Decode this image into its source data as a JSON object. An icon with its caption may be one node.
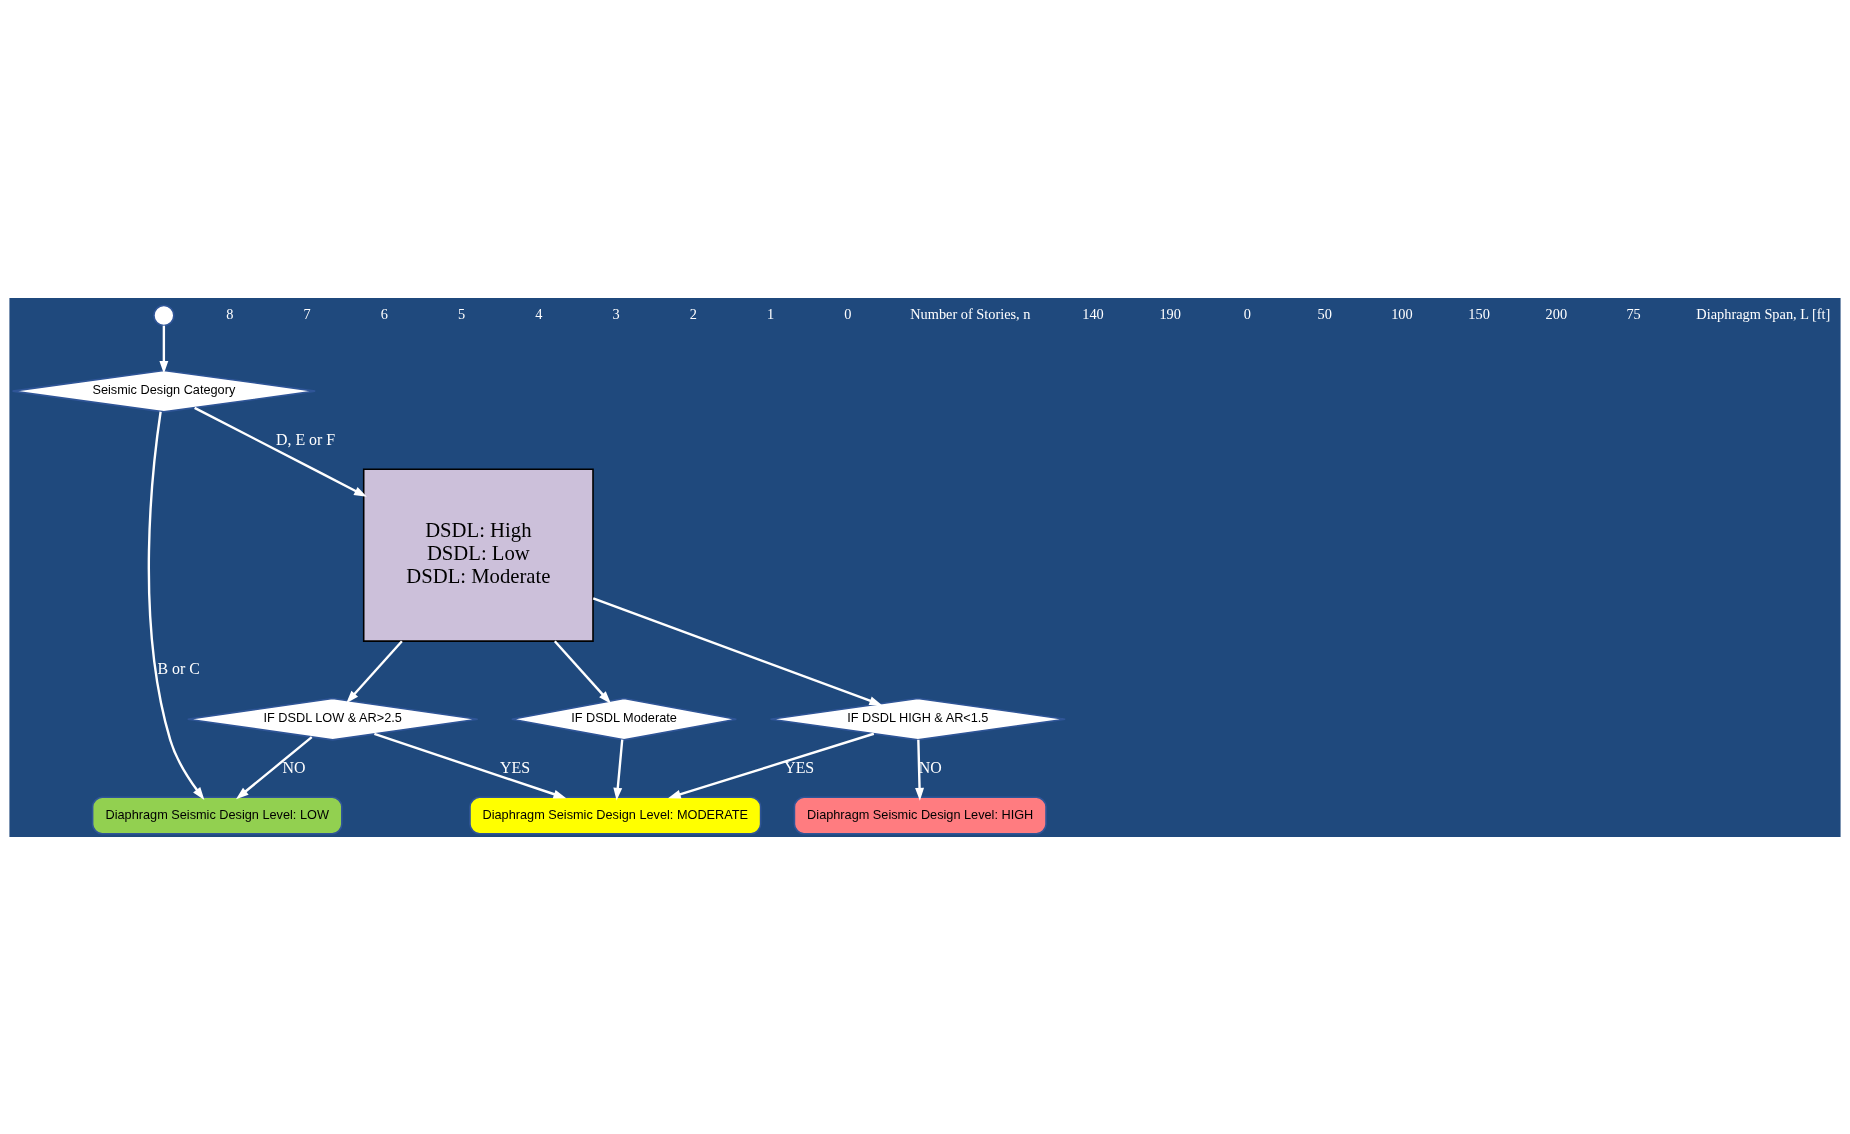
{
  "diagram": {
    "nodes": [
      {
        "text": [],
        "shape": "circle"
      },
      {
        "text": [
          "Seismic Design Category"
        ]
      },
      {
        "text": [
          "Diaphragm Seismic Design Level: LOW"
        ]
      },
      {
        "text": [
          "IF DSDL LOW & AR>2.5"
        ]
      },
      {
        "text": [
          "Diaphragm Seismic Design Level: MODERATE"
        ]
      },
      {
        "text": [
          "IF DSDL Moderate"
        ]
      },
      {
        "text": [
          "Diaphragm Seismic Design Level: HIGH"
        ]
      },
      {
        "text": [
          "IF DSDL HIGH & AR<1.5"
        ]
      },
      {
        "text": [
          "DSDL: High",
          "DSDL: Low",
          "DSDL: Moderate"
        ]
      }
    ],
    "edges": [
      {
        "from": 0,
        "to": 1,
        "arrow": "to"
      },
      {
        "from": 1,
        "to": 2,
        "label": "B or C",
        "arrow": "to"
      },
      {
        "from": 1,
        "to": 8,
        "label": "D, E or F",
        "arrow": "to"
      },
      {
        "from": 3,
        "to": 2,
        "label": "NO",
        "arrow": "to"
      },
      {
        "from": 8,
        "to": 3,
        "arrow": "to"
      },
      {
        "from": 3,
        "to": 4,
        "label": "YES",
        "arrow": "to"
      },
      {
        "from": 5,
        "to": 4,
        "arrow": "to"
      },
      {
        "from": 8,
        "to": 5,
        "arrow": "to"
      },
      {
        "from": 7,
        "to": 4,
        "label": "YES",
        "arrow": "to"
      },
      {
        "from": 7,
        "to": 6,
        "label": "NO",
        "arrow": "to"
      },
      {
        "from": 8,
        "to": 7,
        "arrow": "to"
      }
    ],
    "labels": [
      "8",
      "7",
      "6",
      "5",
      "4",
      "3",
      "2",
      "1",
      "0",
      "Number of Stories, n",
      "140",
      "190",
      "0",
      "50",
      "100",
      "150",
      "200",
      "75",
      "Diaphragm Span, L [ft]"
    ]
  }
}
